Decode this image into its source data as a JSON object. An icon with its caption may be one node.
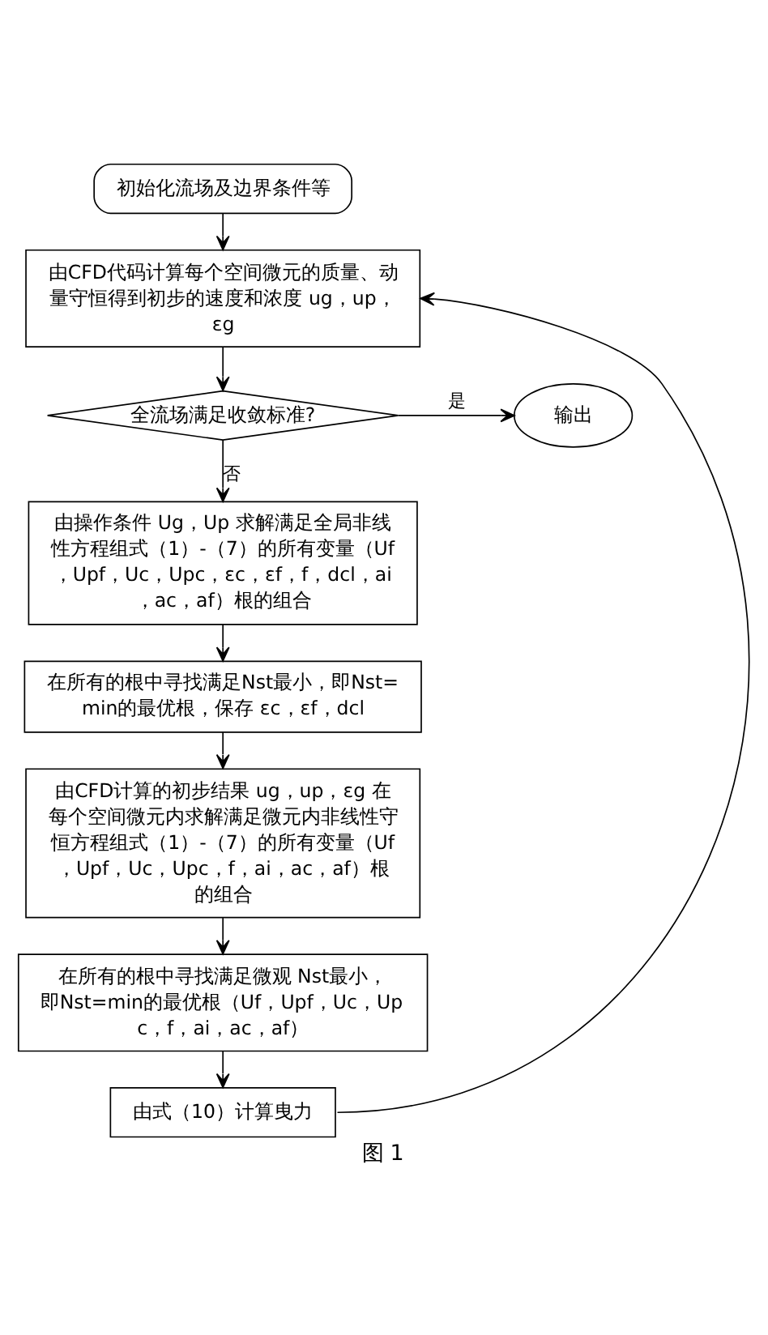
{
  "diagram": {
    "caption": "图 1",
    "nodes": [
      {
        "text": [
          "初始化流场及边界条件等"
        ]
      },
      {
        "text": [
          "由CFD代码计算每个空间微元的质量、动量守恒得到初步的速度和浓度 ug，up，εg"
        ]
      },
      {
        "text": [
          "全流场满足收敛标准?"
        ]
      },
      {
        "text": [
          "输出"
        ]
      },
      {
        "text": [
          "由操作条件 Ug，Up 求解满足全局非线性方程组式（1）-（7）的所有变量（Uf，Upf，Uc，Upc，εc，εf，f，dcl，ai，ac，af）根的组合"
        ]
      },
      {
        "text": [
          "在所有的根中寻找满足Nst最小，即Nst=min的最优根，保存 εc，εf，dcl"
        ]
      },
      {
        "text": [
          "由CFD计算的初步结果 ug，up，εg 在每个空间微元内求解满足微元内非线性守恒方程组式（1）-（7）的所有变量（Uf，Upf，Uc，Upc，f，ai，ac，af）根的组合"
        ]
      },
      {
        "text": [
          "在所有的根中寻找满足微观 Nst最小，即Nst=min的最优根（Uf，Upf，Uc，Upc，f，ai，ac，af）"
        ]
      },
      {
        "text": [
          "由式（10）计算曳力"
        ]
      }
    ],
    "edges": [
      {
        "from": 0,
        "to": 1,
        "arrow": "to"
      },
      {
        "from": 1,
        "to": 2,
        "arrow": "to"
      },
      {
        "from": 2,
        "to": 3,
        "arrow": "to",
        "label": "是"
      },
      {
        "from": 2,
        "to": 4,
        "arrow": "to",
        "label": "否"
      },
      {
        "from": 4,
        "to": 5,
        "arrow": "to"
      },
      {
        "from": 5,
        "to": 6,
        "arrow": "to"
      },
      {
        "from": 6,
        "to": 7,
        "arrow": "to"
      },
      {
        "from": 7,
        "to": 8,
        "arrow": "to"
      },
      {
        "from": 8,
        "to": 1,
        "arrow": "to"
      }
    ]
  }
}
